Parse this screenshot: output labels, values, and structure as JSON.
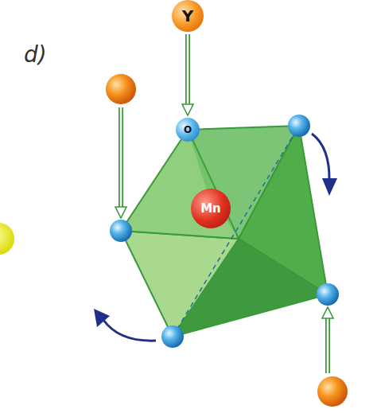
{
  "diagram": {
    "nodes": [
      {
        "text": [
          "Y"
        ]
      },
      {
        "text": [
          "O"
        ]
      },
      {
        "text": [
          "Mn"
        ]
      }
    ],
    "edges": [
      {
        "from": 0,
        "to": 1,
        "arrow": "to"
      }
    ],
    "labels": [
      "d)"
    ]
  }
}
